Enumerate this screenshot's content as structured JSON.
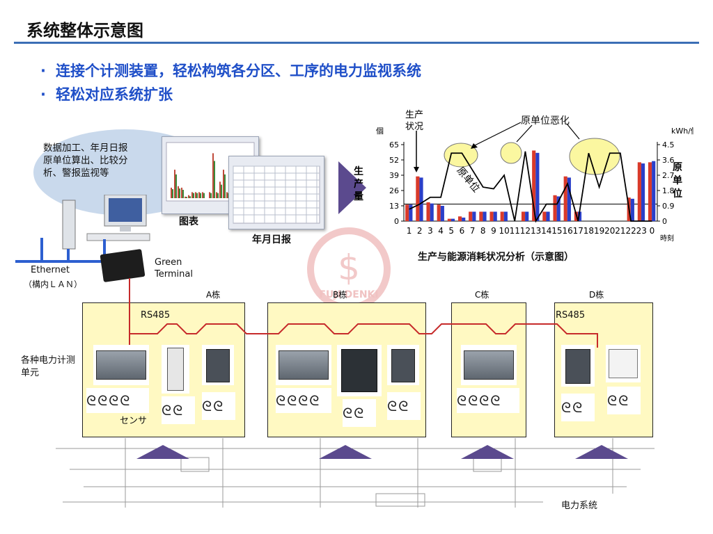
{
  "slide": {
    "title": "系统整体示意图",
    "bullets": [
      {
        "dot": "·",
        "text": "连接个计测装置，轻松构筑各分区、工序的电力监视系统"
      },
      {
        "dot": "·",
        "text": "轻松对应系统扩张"
      }
    ]
  },
  "cloud": {
    "lines": [
      "数据加工、年月日报",
      "原单位算出、比较分",
      "析、警报监视等"
    ]
  },
  "screens": {
    "chart_label": "图表",
    "report_label": "年月日报"
  },
  "network": {
    "ethernet": "Ethernet",
    "lan": "（構内ＬＡＮ）",
    "terminal_line1": "Green",
    "terminal_line2": "Terminal",
    "rs485_left": "RS485",
    "rs485_right": "RS485",
    "meters_label_line1": "各种电力计测",
    "meters_label_line2": "单元",
    "sensor_label": "センサ",
    "power_system": "电力系统",
    "buildings": [
      "A栋",
      "B栋",
      "C栋",
      "D栋"
    ],
    "watermark": "FUJI DENKI"
  },
  "analysis": {
    "arrow_text": [
      "生",
      "产",
      "量"
    ],
    "right_text": [
      "原",
      "单",
      "位"
    ],
    "caption": "生产与能源消耗状况分析（示意图）",
    "callout_production": [
      "生产",
      "状况"
    ],
    "callout_worse": "原单位恶化",
    "diagonal_label": "原单位",
    "unit_left": "個",
    "unit_right": "kWh/個",
    "x_axis_suffix": "時刻"
  },
  "chart_data": {
    "type": "bar",
    "categories": [
      "1",
      "2",
      "3",
      "4",
      "5",
      "6",
      "7",
      "8",
      "9",
      "10",
      "11",
      "12",
      "13",
      "14",
      "15",
      "16",
      "17",
      "18",
      "19",
      "20",
      "21",
      "22",
      "23",
      "0"
    ],
    "y_ticks": [
      0,
      13,
      26,
      39,
      52,
      65
    ],
    "y2_ticks": [
      0,
      0.9,
      1.8,
      2.7,
      3.6,
      4.5
    ],
    "ylim": [
      0,
      65
    ],
    "y2lim": [
      0,
      4.5
    ],
    "series": [
      {
        "values": [
          14,
          38,
          16,
          14,
          2,
          4,
          8,
          8,
          8,
          8,
          0,
          8,
          60,
          8,
          22,
          38,
          8,
          0,
          0,
          0,
          0,
          20,
          50,
          50
        ],
        "color": "#d93a2a"
      },
      {
        "values": [
          14,
          37,
          15,
          13,
          2,
          3,
          8,
          8,
          8,
          8,
          0,
          8,
          58,
          8,
          21,
          37,
          8,
          0,
          0,
          0,
          0,
          19,
          49,
          51
        ],
        "color": "#2a3fc9"
      },
      {
        "values": [
          0.7,
          1.0,
          1.4,
          1.4,
          4.0,
          4.0,
          3.0,
          2.0,
          1.9,
          2.7,
          0.0,
          4.1,
          0.0,
          1.0,
          1.0,
          2.2,
          0.0,
          4.0,
          2.0,
          4.0,
          4.0,
          0.0,
          0.0,
          0.0
        ],
        "color": "#000000"
      }
    ]
  }
}
